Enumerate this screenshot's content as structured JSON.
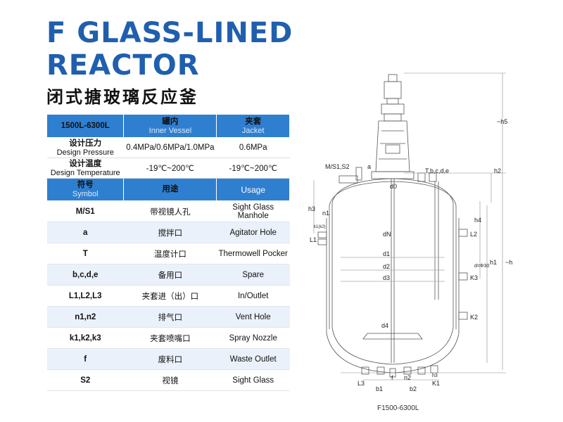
{
  "header": {
    "title_line1": "F GLASS-LINED",
    "title_line2": "REACTOR",
    "subtitle_cn": "闭式搪玻璃反应釜"
  },
  "spec_table": {
    "model": "1500L-6300L",
    "inner_cn": "罐内",
    "inner_en": "Inner Vessel",
    "jacket_cn": "夹套",
    "jacket_en": "Jacket",
    "rows": [
      {
        "label_cn": "设计压力",
        "label_en": "Design Pressure",
        "inner": "0.4MPa/0.6MPa/1.0MPa",
        "jacket": "0.6MPa"
      },
      {
        "label_cn": "设计温度",
        "label_en": "Design Temperature",
        "inner": "-19℃~200℃",
        "jacket": "-19℃~200℃"
      }
    ],
    "symbol_cn": "符号",
    "symbol_en": "Symbol",
    "usage_cn": "用途",
    "usage_en": "Usage",
    "symbols": [
      {
        "symbol": "M/S1",
        "cn": "带视镜人孔",
        "en": "Sight Glass Manhole"
      },
      {
        "symbol": "a",
        "cn": "搅拌口",
        "en": "Agitator Hole"
      },
      {
        "symbol": "T",
        "cn": "温度计口",
        "en": "Thermowell Pocker"
      },
      {
        "symbol": "b,c,d,e",
        "cn": "备用口",
        "en": "Spare"
      },
      {
        "symbol": "L1,L2,L3",
        "cn": "夹套进（出）口",
        "en": "In/Outlet"
      },
      {
        "symbol": "n1,n2",
        "cn": "排气口",
        "en": "Vent Hole"
      },
      {
        "symbol": "k1,k2,k3",
        "cn": "夹套喷嘴口",
        "en": "Spray Nozzle"
      },
      {
        "symbol": "f",
        "cn": "废料口",
        "en": "Waste Outlet"
      },
      {
        "symbol": "S2",
        "cn": "视镜",
        "en": "Sight Glass"
      }
    ]
  },
  "diagram": {
    "labels": {
      "ms": "M/S1,S2",
      "a": "a",
      "tbcde": "T,b,c,d,e",
      "d0": "d0",
      "n1": "n1",
      "h3": "h3",
      "k1k2": "k1(k2)",
      "l1": "L1",
      "dn": "dN",
      "d1": "d1",
      "d2": "d2",
      "d3": "d3",
      "d4": "d4",
      "l2": "L2",
      "k3": "K3",
      "k2": "K2",
      "h4": "h4",
      "d30": "d=Φ30",
      "h5": "~h5",
      "h2": "h2",
      "h1": "h1",
      "h": "~h",
      "f": "f",
      "n2": "n2",
      "h3b": "h3",
      "l3": "L3",
      "b1": "b1",
      "b2": "b2",
      "k1": "K1"
    },
    "caption": "F1500-6300L"
  },
  "colors": {
    "brand_blue": "#1f5fae",
    "header_blue": "#2f7fd1",
    "row_alt": "#eaf1fa"
  }
}
